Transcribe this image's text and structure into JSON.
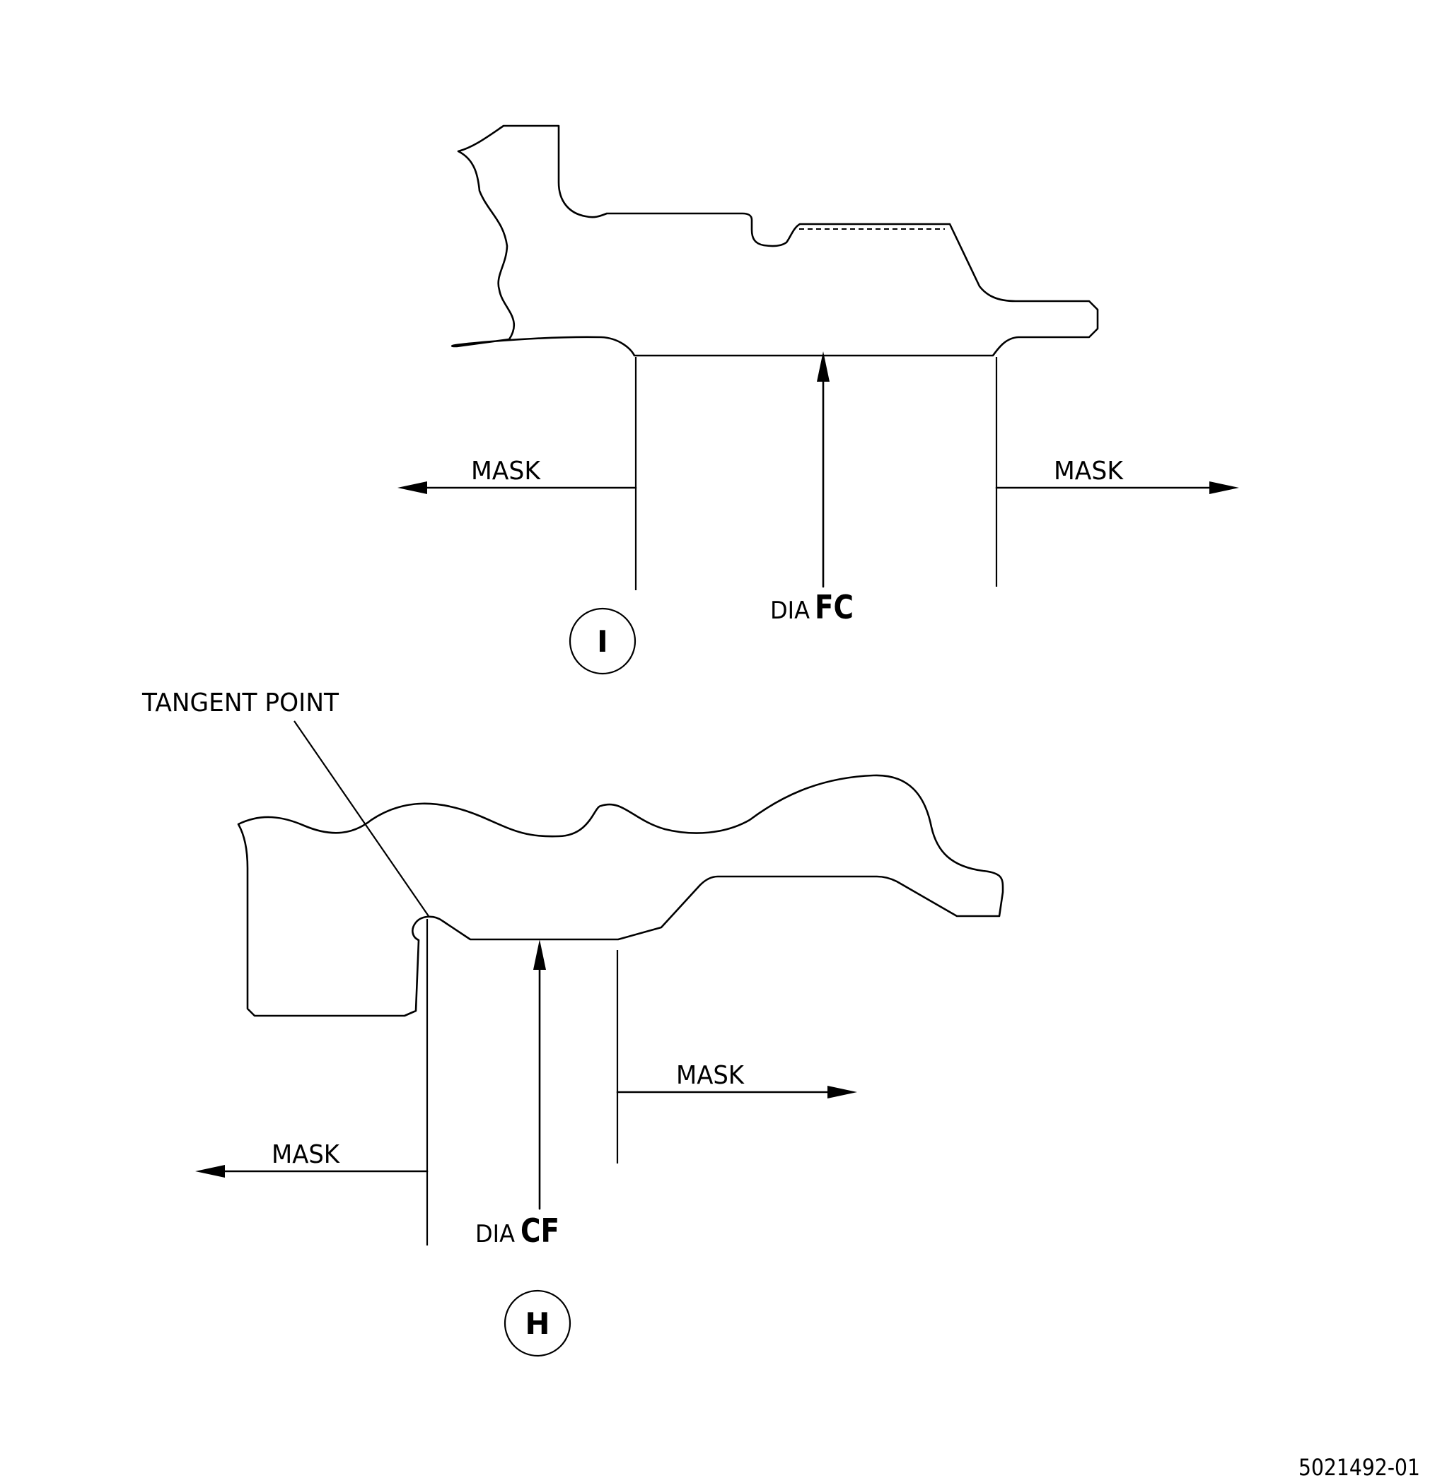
{
  "view_i": {
    "mask_left": "MASK",
    "mask_right": "MASK",
    "dia_prefix": "DIA",
    "dia_code": "FC",
    "view_id": "I"
  },
  "view_h": {
    "tangent_point": "TANGENT POINT",
    "mask_right": "MASK",
    "mask_left": "MASK",
    "dia_prefix": "DIA",
    "dia_code": "CF",
    "view_id": "H"
  },
  "figure_number": "5021492-01"
}
